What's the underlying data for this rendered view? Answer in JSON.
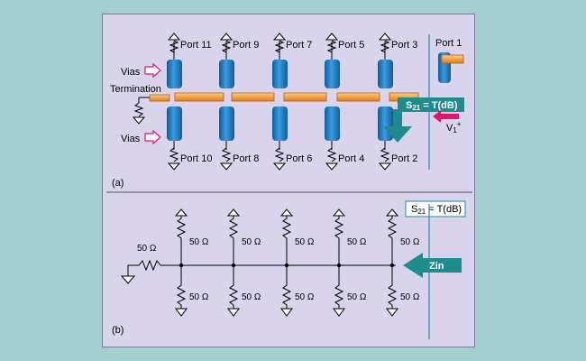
{
  "figure": {
    "panel_a": {
      "tag": "(a)",
      "ports_top": [
        "Port 11",
        "Port 9",
        "Port 7",
        "Port 5",
        "Port 3"
      ],
      "ports_bottom": [
        "Port 10",
        "Port 8",
        "Port 6",
        "Port 4",
        "Port 2"
      ],
      "port1": "Port 1",
      "vias_top": "Vias",
      "vias_bottom": "Vias",
      "termination": "Termination",
      "s21_prefix": "S",
      "s21_sub": "21",
      "s21_suffix": " = T(dB)",
      "v1_label": "V",
      "v1_sub": "1",
      "v1_sup": "+"
    },
    "panel_b": {
      "tag": "(b)",
      "s21_prefix": "S",
      "s21_sub": "21",
      "s21_suffix": " = T(dB)",
      "series_resistor": "50 Ω",
      "top_resistors": [
        "50 Ω",
        "50 Ω",
        "50 Ω",
        "50 Ω",
        "50 Ω"
      ],
      "bottom_resistors": [
        "50 Ω",
        "50 Ω",
        "50 Ω",
        "50 Ω",
        "50 Ω"
      ],
      "zin_label": "Zin"
    },
    "colors": {
      "background": "#a3cfcf",
      "panel": "#d9d4ec",
      "via_blue": "#1f7fc0",
      "trace_orange": "#f39a2e",
      "arrow_teal": "#1e8c8c",
      "arrow_pink": "#e0156b"
    }
  }
}
